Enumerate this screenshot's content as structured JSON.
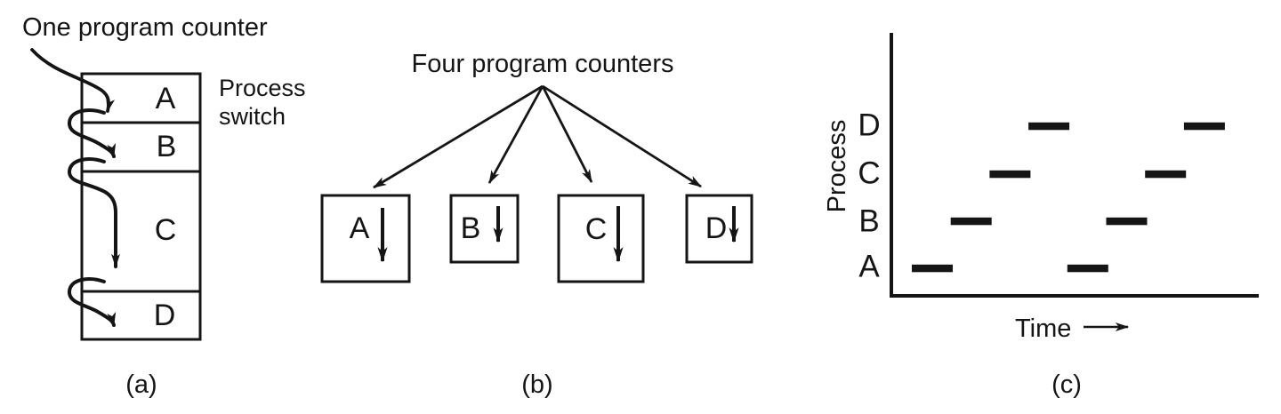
{
  "panel_a": {
    "annotation": "One program counter",
    "process_switch_label": "Process switch",
    "memory_sections": [
      {
        "label": "A"
      },
      {
        "label": "B"
      },
      {
        "label": "C"
      },
      {
        "label": "D"
      }
    ],
    "caption": "(a)"
  },
  "panel_b": {
    "annotation": "Four program counters",
    "boxes": [
      {
        "label": "A"
      },
      {
        "label": "B"
      },
      {
        "label": "C"
      },
      {
        "label": "D"
      }
    ],
    "caption": "(b)"
  },
  "panel_c": {
    "y_axis_label": "Process",
    "x_axis_label": "Time",
    "row_labels": [
      "D",
      "C",
      "B",
      "A"
    ],
    "caption": "(c)"
  },
  "chart_data": {
    "type": "timeline",
    "title": "",
    "ylabel": "Process",
    "xlabel": "Time",
    "rows": [
      "A",
      "B",
      "C",
      "D"
    ],
    "sequence": [
      "A",
      "B",
      "C",
      "D",
      "A",
      "B",
      "C",
      "D"
    ],
    "slots": 8,
    "grid": false,
    "legend": false,
    "note_pattern": "round-robin: each process runs one time slot, repeating A,B,C,D"
  },
  "colors": {
    "ink": "#151515",
    "background": "#ffffff"
  }
}
